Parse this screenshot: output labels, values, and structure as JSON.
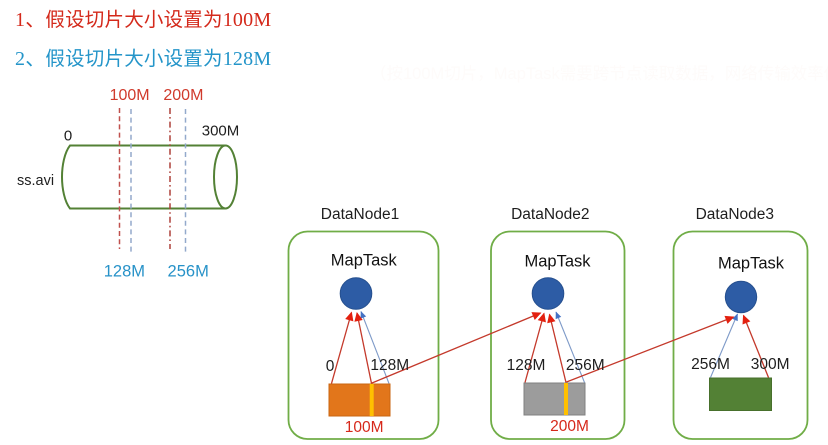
{
  "headings": [
    {
      "num": "1、",
      "text": "假设切片大小设置为",
      "value": "100M"
    },
    {
      "num": "2、",
      "text": "假设切片大小设置为",
      "value": "128M"
    }
  ],
  "faint_note": "（按100M切片，MapTask需要跨节点读取数据，网络传输效率低）",
  "file": {
    "name": "ss.avi",
    "start_label": "0",
    "end_label": "300M",
    "red_split_marks": [
      "100M",
      "200M"
    ],
    "blue_split_marks": [
      "128M",
      "256M"
    ]
  },
  "nodes": [
    {
      "title": "DataNode1",
      "task": "MapTask",
      "block_start": "0",
      "block_end": "128M",
      "slice_label": "100M"
    },
    {
      "title": "DataNode2",
      "task": "MapTask",
      "block_start": "128M",
      "block_end": "256M",
      "slice_label": "200M"
    },
    {
      "title": "DataNode3",
      "task": "MapTask",
      "block_start": "256M",
      "block_end": "300M",
      "slice_label": ""
    }
  ],
  "colors": {
    "heading_red": "#d4291b",
    "heading_blue": "#2495c9",
    "red_mark": "#dc3226",
    "blue_mark": "#2e9bd1",
    "slice_red": "#d6281a",
    "box_border_green": "#70ad47",
    "cylinder_green": "#538135",
    "circle_blue": "#2d5ca5",
    "block_orange": "#e2761b",
    "block_gray": "#9c9c9c",
    "block_green": "#538135",
    "split_line_yellow": "#ffc000",
    "arrow_red": "#c4392b",
    "arrow_blue": "#7e9ac8",
    "dashed_red": "#c0504d",
    "dashed_blue": "#93a9cc"
  }
}
